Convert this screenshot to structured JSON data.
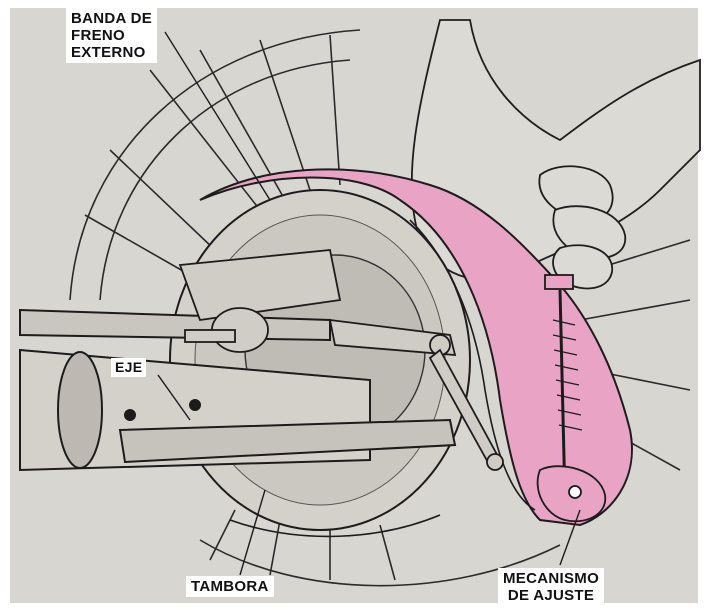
{
  "labels": {
    "banda": [
      "BANDA DE",
      "FRENO",
      "EXTERNO"
    ],
    "eje": "EJE",
    "tambora": "TAMBORA",
    "mecanismo": [
      "MECANISMO",
      "DE AJUSTE"
    ]
  },
  "colors": {
    "background": "#d9d7d2",
    "frame": "#ffffff",
    "line": "#1c1c1c",
    "brake_band": "#e9a2c4",
    "drum": "#cfccc6"
  }
}
